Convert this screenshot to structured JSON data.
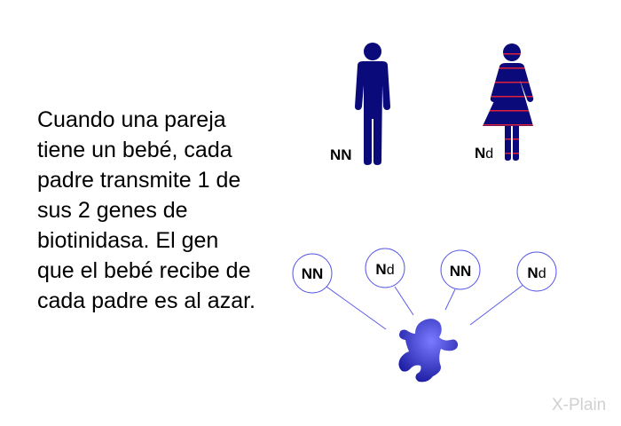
{
  "explanation": {
    "lines": [
      "Cuando una pareja",
      "tiene un bebé, cada",
      "padre transmite 1 de",
      "sus 2 genes de",
      "biotinidasa. El gen",
      "que el bebé recibe de",
      "cada padre es al azar."
    ]
  },
  "parents": {
    "father": {
      "gene_1": "N",
      "gene_2": "N",
      "color": "#0a0a7a"
    },
    "mother": {
      "gene_1": "N",
      "gene_2": "d",
      "color": "#0a0a7a",
      "stripe_color": "#e0203a"
    }
  },
  "gene_bubbles": [
    {
      "gene_1": "N",
      "gene_2": "N"
    },
    {
      "gene_1": "N",
      "gene_2": "d"
    },
    {
      "gene_1": "N",
      "gene_2": "N"
    },
    {
      "gene_1": "N",
      "gene_2": "d"
    }
  ],
  "colors": {
    "bubble_stroke": "#5a5ae8",
    "baby": "#3a3ad0"
  },
  "logo": {
    "text": "X-Plain"
  }
}
